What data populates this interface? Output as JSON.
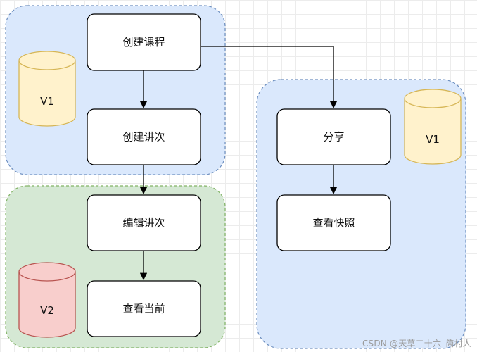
{
  "nodes": {
    "create_course": "创建课程",
    "create_lecture": "创建讲次",
    "edit_lecture": "编辑讲次",
    "view_current": "查看当前",
    "share": "分享",
    "view_snapshot": "查看快照"
  },
  "databases": {
    "left_top": "V1",
    "left_bottom": "V2",
    "right": "V1"
  },
  "colors": {
    "group_blue_fill": "#dae8fc",
    "group_blue_stroke": "#6c8ebf",
    "group_green_fill": "#d5e8d4",
    "group_green_stroke": "#82b366",
    "cyl_yellow_fill": "#fff2cc",
    "cyl_yellow_stroke": "#d6b656",
    "cyl_red_fill": "#f8cecc",
    "cyl_red_stroke": "#b85450",
    "node_fill": "#ffffff",
    "node_stroke": "#000000"
  },
  "edges": [
    {
      "from": "create_course",
      "to": "create_lecture"
    },
    {
      "from": "create_lecture",
      "to": "edit_lecture"
    },
    {
      "from": "edit_lecture",
      "to": "view_current"
    },
    {
      "from": "create_course",
      "to": "share"
    },
    {
      "from": "share",
      "to": "view_snapshot"
    }
  ],
  "watermark": "CSDN @天草二十六_简村人"
}
